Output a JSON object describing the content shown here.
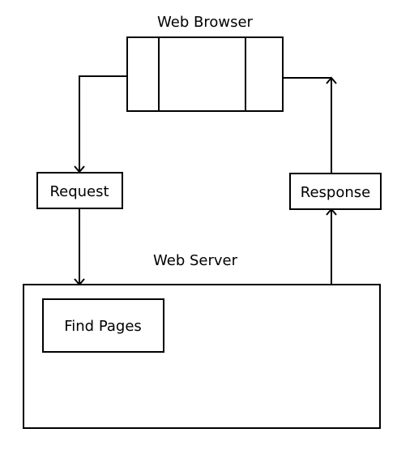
{
  "browser": {
    "title": "Web Browser"
  },
  "request": {
    "label": "Request"
  },
  "response": {
    "label": "Response"
  },
  "server": {
    "title": "Web Server",
    "find_pages_label": "Find Pages"
  },
  "colors": {
    "stroke": "#000000",
    "background": "#ffffff"
  }
}
